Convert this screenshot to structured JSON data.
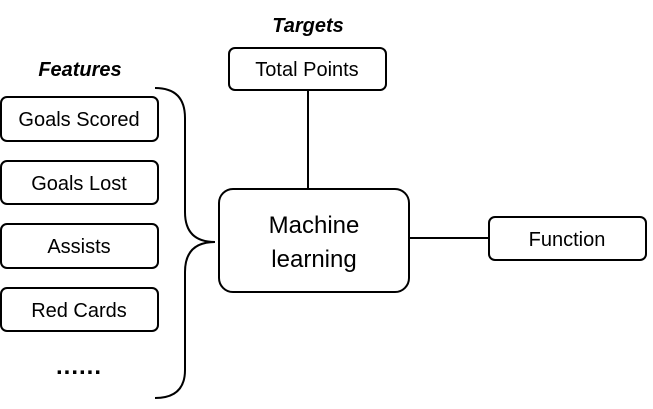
{
  "headings": {
    "features": "Features",
    "targets": "Targets"
  },
  "features": [
    "Goals Scored",
    "Goals Lost",
    "Assists",
    "Red Cards"
  ],
  "features_more": "......",
  "target": "Total Points",
  "model": {
    "line1": "Machine",
    "line2": "learning"
  },
  "output": "Function"
}
